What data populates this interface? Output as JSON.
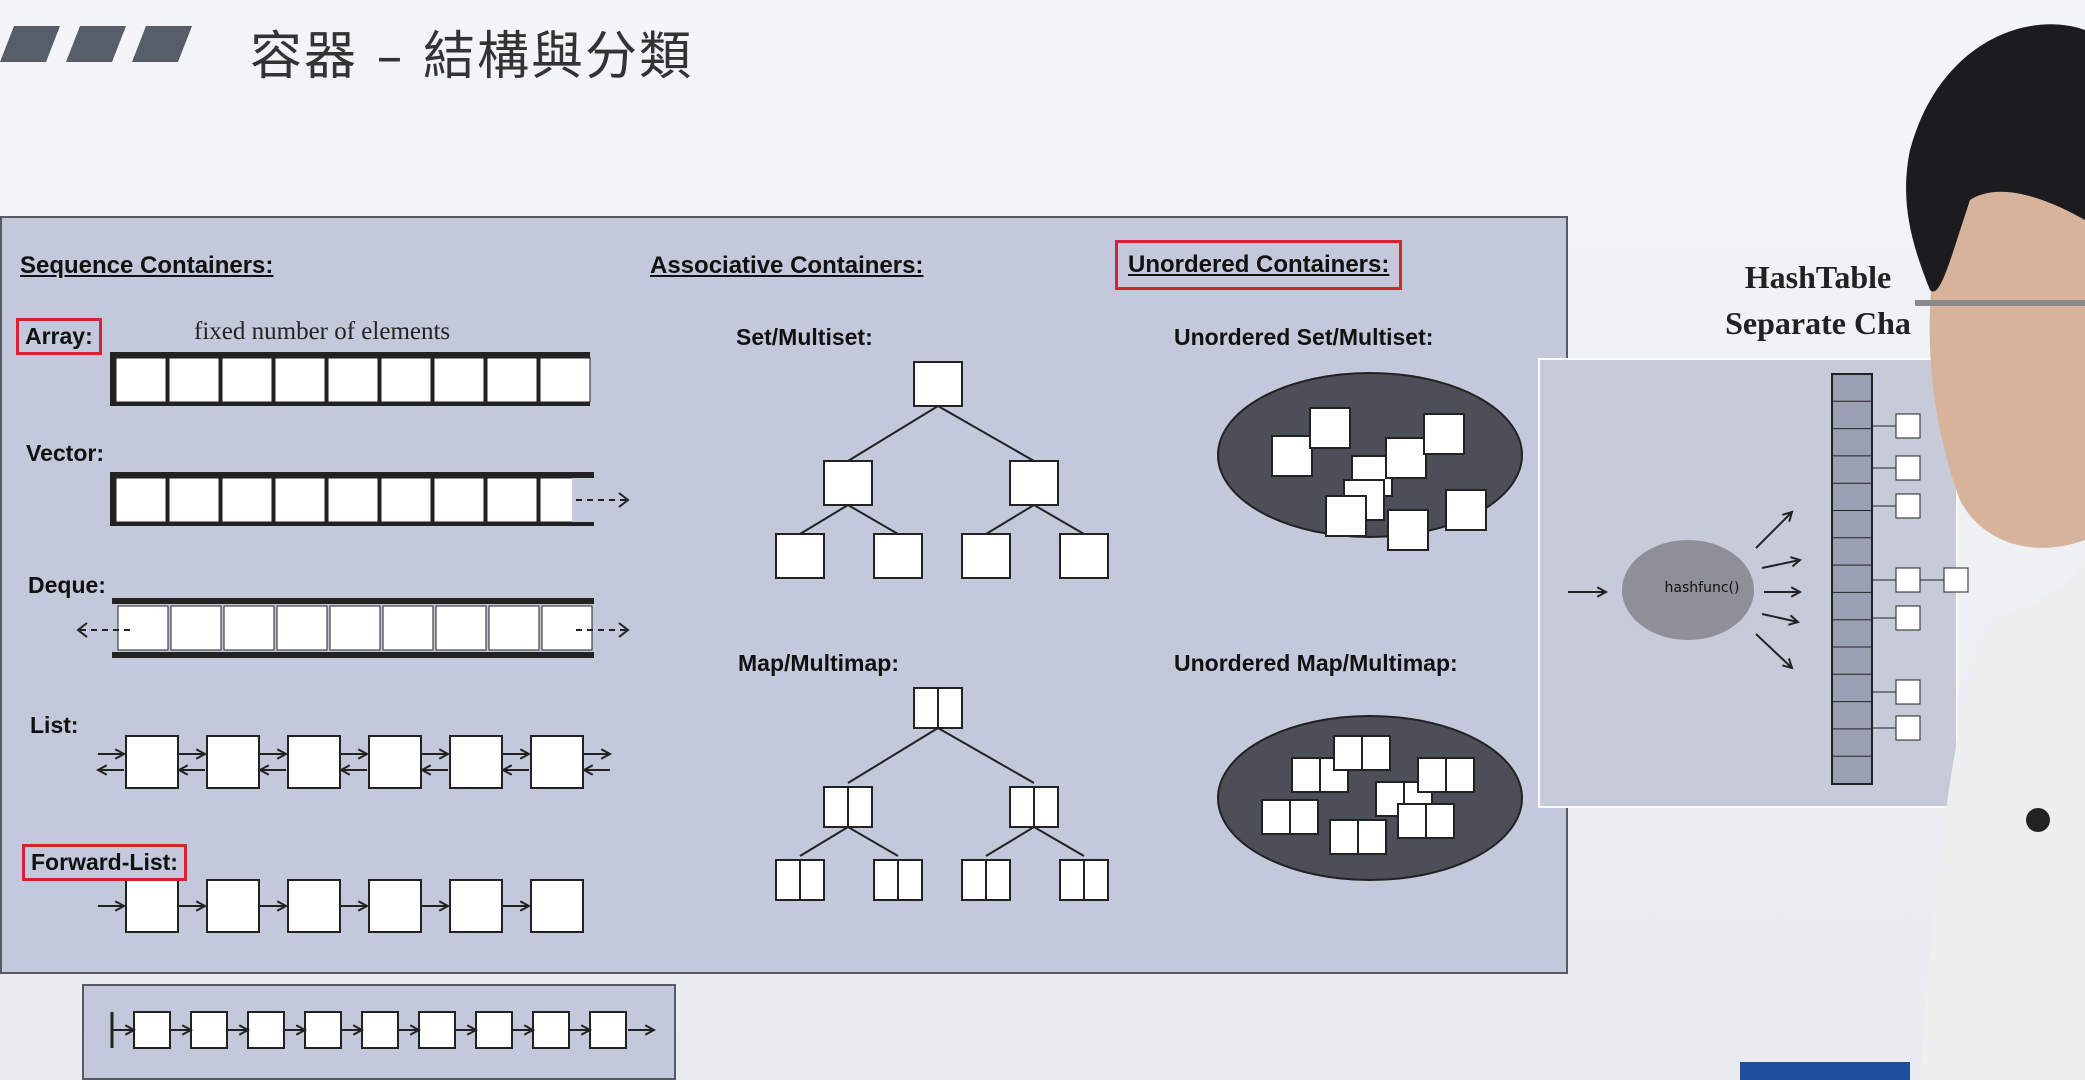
{
  "slide": {
    "title": "容器 – 結構與分類"
  },
  "headers": {
    "sequence": "Sequence Containers:",
    "associative": "Associative Containers:",
    "unordered": "Unordered Containers:"
  },
  "sequence": {
    "array": "Array:",
    "array_note": "fixed number of elements",
    "vector": "Vector:",
    "deque": "Deque:",
    "list": "List:",
    "forward_list": "Forward-List:"
  },
  "associative": {
    "set": "Set/Multiset:",
    "map": "Map/Multimap:"
  },
  "unordered": {
    "set": "Unordered Set/Multiset:",
    "map": "Unordered Map/Multimap:"
  },
  "hashtable": {
    "title_line1": "HashTable",
    "title_line2": "Separate Cha",
    "hashfunc": "hashfunc()"
  },
  "colors": {
    "panel_bg": "#c3c8da",
    "highlight_border": "#d0262c",
    "ellipse_fill": "#4c4f58"
  }
}
